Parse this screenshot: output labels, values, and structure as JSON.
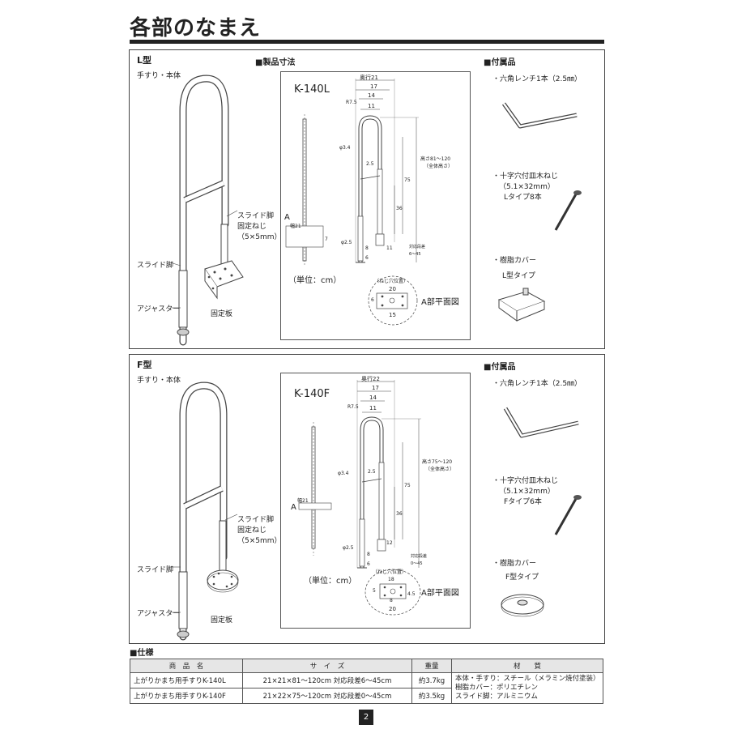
{
  "page_title": "各部のなまえ",
  "page_number": "2",
  "panels": [
    {
      "type_label": "L型",
      "parts": {
        "handrail": "手すり・本体",
        "slide_screw_1": "スライド脚",
        "slide_screw_2": "固定ねじ",
        "slide_screw_3": "（5×5mm）",
        "slide_leg": "スライド脚",
        "adjuster": "アジャスター",
        "plate": "固定板"
      },
      "dim_header": "■製品寸法",
      "model": "K-140L",
      "dims": {
        "depth": "奥行21",
        "d17": "17",
        "d14": "14",
        "d11": "11",
        "r": "R7.5",
        "phi34": "φ3.4",
        "d25": "2.5",
        "d75": "75",
        "d36": "36",
        "height1": "高さ81～120",
        "height2": "（全体高さ）",
        "phi25": "φ2.5",
        "d8": "8",
        "d6": "6",
        "d11b": "11",
        "adj1": "対応段差",
        "adj2": "6～45",
        "a_label": "A",
        "a_w": "幅21",
        "a_7": "7",
        "unit": "（単位：cm）",
        "hole_title": "（ねじ穴位置）",
        "h20": "20",
        "h6": "6",
        "h15": "15",
        "plan": "A部平面図"
      },
      "acc_header": "■付属品",
      "acc": {
        "wrench": "・六角レンチ1本（2.5㎜）",
        "screw1": "・十字穴付皿木ねじ",
        "screw2": "（5.1×32mm）",
        "screw3": "Lタイプ8本",
        "cover1": "・樹脂カバー",
        "cover2": "L型タイプ"
      }
    },
    {
      "type_label": "F型",
      "parts": {
        "handrail": "手すり・本体",
        "slide_screw_1": "スライド脚",
        "slide_screw_2": "固定ねじ",
        "slide_screw_3": "（5×5mm）",
        "slide_leg": "スライド脚",
        "adjuster": "アジャスター",
        "plate": "固定板"
      },
      "dim_header": "",
      "model": "K-140F",
      "dims": {
        "depth": "奥行22",
        "d17": "17",
        "d14": "14",
        "d11": "11",
        "r": "R7.5",
        "phi34": "φ3.4",
        "d25": "2.5",
        "d75": "75",
        "d36": "36",
        "height1": "高さ75～120",
        "height2": "（全体高さ）",
        "phi25": "φ2.5",
        "d8": "8",
        "d6": "6",
        "d11b": "12",
        "adj1": "対応段差",
        "adj2": "0～45",
        "a_label": "A",
        "a_w": "幅21",
        "a_7": "",
        "unit": "（単位：cm）",
        "hole_title": "（ねじ穴位置）",
        "h20": "20",
        "h6": "4.5",
        "h15": "20",
        "h18": "18",
        "h5": "5",
        "h8": "8",
        "plan": "A部平面図"
      },
      "acc_header": "■付属品",
      "acc": {
        "wrench": "・六角レンチ1本（2.5㎜）",
        "screw1": "・十字穴付皿木ねじ",
        "screw2": "（5.1×32mm）",
        "screw3": "Fタイプ6本",
        "cover1": "・樹脂カバー",
        "cover2": "F型タイプ"
      }
    }
  ],
  "spec": {
    "header": "■仕様",
    "columns": [
      "商　品　名",
      "サ　イ　ズ",
      "重量",
      "材　　質"
    ],
    "rows": [
      [
        "上がりかまち用手すりK-140L",
        "21×21×81～120cm 対応段差6～45cm",
        "約3.7kg"
      ],
      [
        "上がりかまち用手すりK-140F",
        "21×22×75～120cm 対応段差0～45cm",
        "約3.5kg"
      ]
    ],
    "material": [
      "本体・手すり：スチール（メラミン焼付塗装）",
      "樹脂カバー：ポリエチレン",
      "スライド脚：アルミニウム"
    ]
  }
}
